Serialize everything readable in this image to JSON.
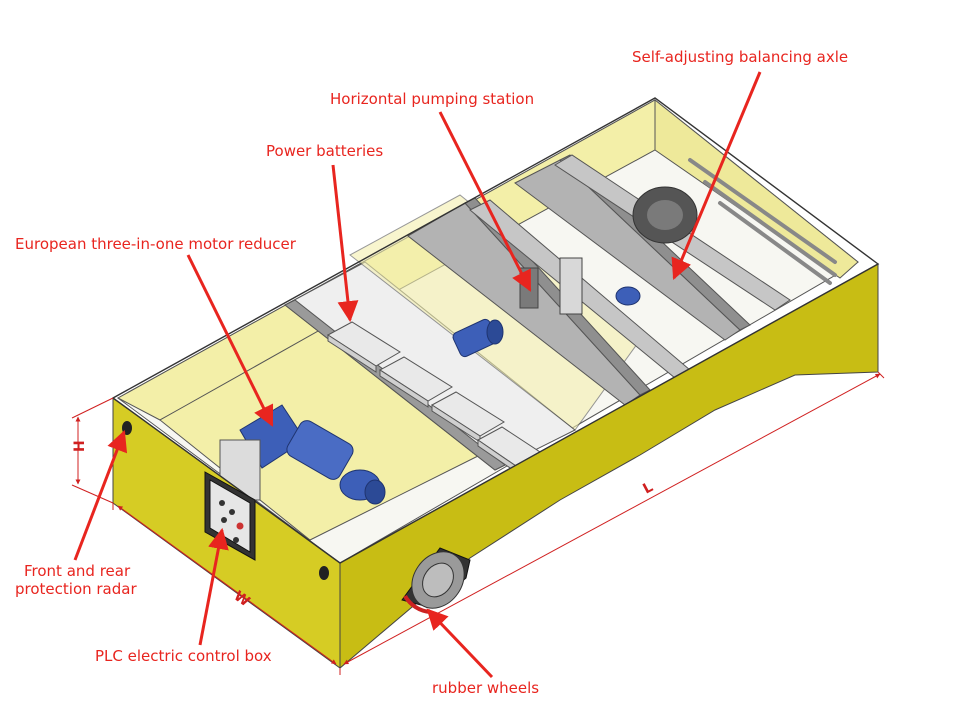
{
  "colors": {
    "accent": "#e8251f",
    "body_yellow": "#d2c81f",
    "wall_light": "#f3efa8",
    "motor_blue": "#3d5fb8",
    "rail_grey": "#a9a9a9"
  },
  "callouts": {
    "axle": "Self-adjusting balancing axle",
    "pump": "Horizontal pumping station",
    "batteries": "Power batteries",
    "motor": "European three-in-one motor reducer",
    "radar_line1": "Front and rear",
    "radar_line2": "protection radar",
    "plc": "PLC electric control box",
    "wheels": "rubber wheels"
  },
  "dimensions": {
    "height": "H",
    "width": "W",
    "length": "L"
  }
}
